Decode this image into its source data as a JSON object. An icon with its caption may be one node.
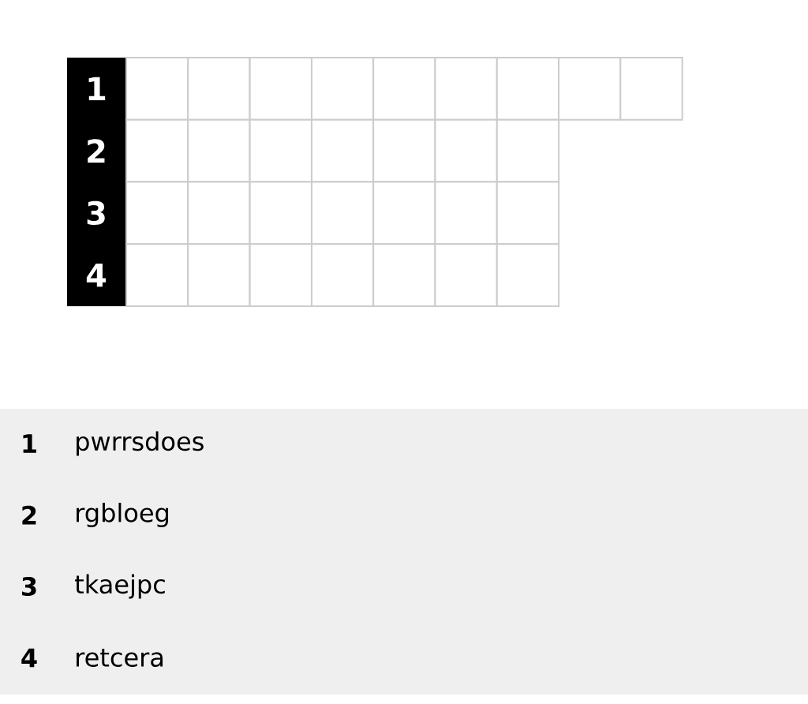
{
  "diagram": {
    "nodes": [
      {
        "text": [],
        "shape": "box"
      },
      {
        "text": [],
        "shape": "box"
      },
      {
        "text": [],
        "shape": "box"
      },
      {
        "text": [],
        "shape": "box"
      },
      {
        "text": [],
        "shape": "box"
      },
      {
        "text": [],
        "shape": "box"
      },
      {
        "text": [],
        "shape": "box"
      },
      {
        "text": [],
        "shape": "box"
      },
      {
        "text": [],
        "shape": "box"
      },
      {
        "text": [],
        "shape": "box"
      },
      {
        "text": [],
        "shape": "box"
      },
      {
        "text": [],
        "shape": "box"
      },
      {
        "text": [],
        "shape": "box"
      },
      {
        "text": [],
        "shape": "box"
      },
      {
        "text": [],
        "shape": "box"
      },
      {
        "text": [],
        "shape": "box"
      },
      {
        "text": [],
        "shape": "box"
      },
      {
        "text": [],
        "shape": "box"
      },
      {
        "text": [],
        "shape": "box"
      },
      {
        "text": [],
        "shape": "box"
      },
      {
        "text": [],
        "shape": "box"
      },
      {
        "text": [],
        "shape": "box"
      },
      {
        "text": [],
        "shape": "box"
      },
      {
        "text": [],
        "shape": "box"
      },
      {
        "text": [],
        "shape": "box"
      },
      {
        "text": [],
        "shape": "box"
      },
      {
        "text": [],
        "shape": "box"
      },
      {
        "text": [],
        "shape": "box"
      },
      {
        "text": [],
        "shape": "box"
      },
      {
        "text": [],
        "shape": "box"
      }
    ],
    "labels": [
      "1",
      "2",
      "3",
      "4",
      "1",
      "pwrrsdoes",
      "2",
      "rgbloeg",
      "3",
      "tkaejpc",
      "4",
      "retcera"
    ]
  }
}
